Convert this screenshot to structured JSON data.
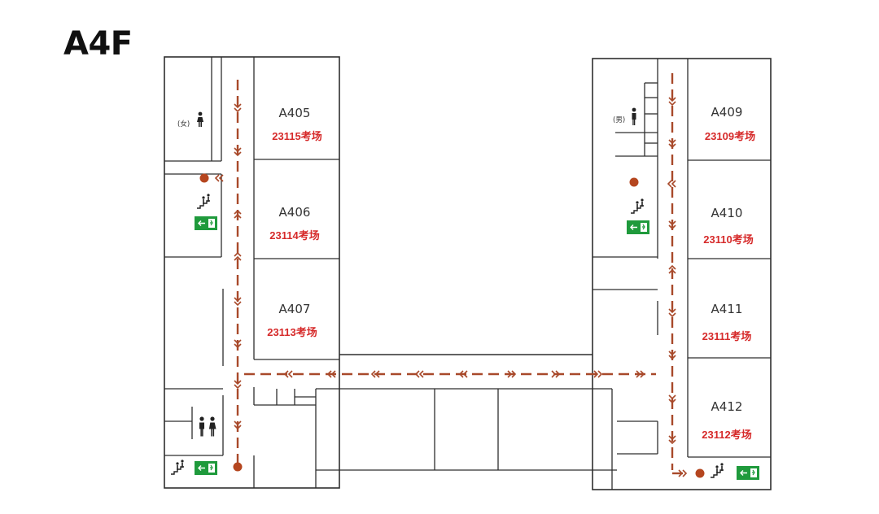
{
  "floor": {
    "title": "A4F"
  },
  "rooms": [
    {
      "id": "A405",
      "exam": "23115考场"
    },
    {
      "id": "A406",
      "exam": "23114考场"
    },
    {
      "id": "A407",
      "exam": "23113考场"
    },
    {
      "id": "A409",
      "exam": "23109考场"
    },
    {
      "id": "A410",
      "exam": "23110考场"
    },
    {
      "id": "A411",
      "exam": "23111考场"
    },
    {
      "id": "A412",
      "exam": "23112考场"
    }
  ],
  "restrooms": {
    "female": "(女)",
    "male": "(男)"
  },
  "colors": {
    "route": "#a8492a",
    "exam_text": "#d62a2a",
    "exit_sign": "#1f9a3c",
    "wall": "#2e2e2e"
  },
  "icons": [
    "female-restroom-icon",
    "male-restroom-icon",
    "restroom-icon",
    "stairs-icon",
    "emergency-exit-icon",
    "location-dot-icon",
    "chevron-icon"
  ]
}
